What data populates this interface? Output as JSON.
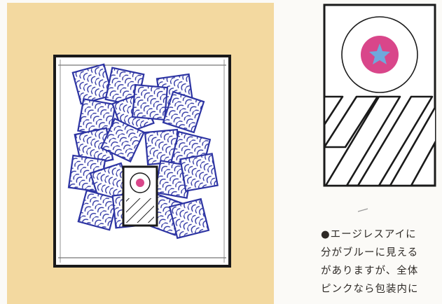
{
  "illustration": {
    "background_color": "#f3d9a0",
    "pouch_fill": "#ffffff",
    "outline_color": "#1a1a1a",
    "sachet_stroke_color": "#2d34a3",
    "sachet_count": 19,
    "indicator_dot_color": "#d9468a",
    "indicator_star_color": "#6fa8dc",
    "indicator_star_icon": "star-icon"
  },
  "caption": {
    "lines": [
      "●エージレスアイに",
      "分がブルーに見える",
      "がありますが、全体",
      "ピンクなら包装内に"
    ]
  }
}
